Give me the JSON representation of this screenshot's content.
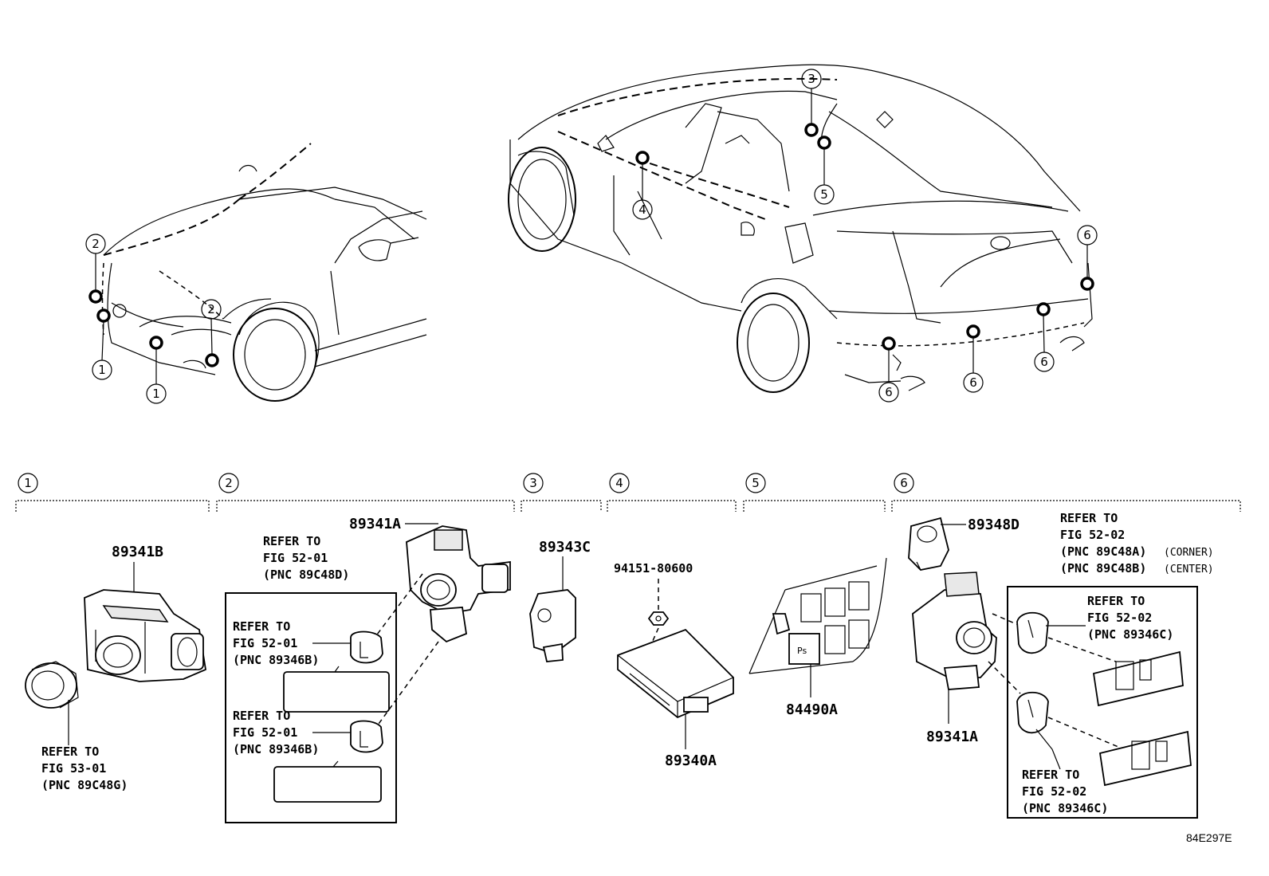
{
  "figure_code": "84E297E",
  "callouts": [
    "1",
    "2",
    "3",
    "4",
    "5",
    "6"
  ],
  "sections": [
    {
      "id": "1",
      "label": "1"
    },
    {
      "id": "2",
      "label": "2"
    },
    {
      "id": "3",
      "label": "3"
    },
    {
      "id": "4",
      "label": "4"
    },
    {
      "id": "5",
      "label": "5"
    },
    {
      "id": "6",
      "label": "6"
    }
  ],
  "parts": {
    "p89341B": "89341B",
    "p89341A_sec2": "89341A",
    "p89343C": "89343C",
    "p94151": "94151-80600",
    "p89340A": "89340A",
    "p84490A": "84490A",
    "p89348D": "89348D",
    "p89341A_sec6": "89341A"
  },
  "references": {
    "sec1_ref": [
      "REFER TO",
      "FIG 53-01",
      "(PNC 89C48G)"
    ],
    "sec2_top": [
      "REFER TO",
      "FIG 52-01",
      "(PNC 89C48D)"
    ],
    "sec2_mid": [
      "REFER TO",
      "FIG 52-01",
      "(PNC 89346B)"
    ],
    "sec2_low": [
      "REFER TO",
      "FIG 52-01",
      "(PNC 89346B)"
    ],
    "sec6_top": [
      "REFER TO",
      "FIG 52-02",
      "(PNC 89C48A)",
      "(PNC 89C48B)"
    ],
    "sec6_top_notes": [
      "(CORNER)",
      "(CENTER)"
    ],
    "sec6_mid": [
      "REFER TO",
      "FIG 52-02",
      "(PNC 89346C)"
    ],
    "sec6_low": [
      "REFER TO",
      "FIG 52-02",
      "(PNC 89346C)"
    ]
  },
  "part_label_text_ps": "Ps"
}
